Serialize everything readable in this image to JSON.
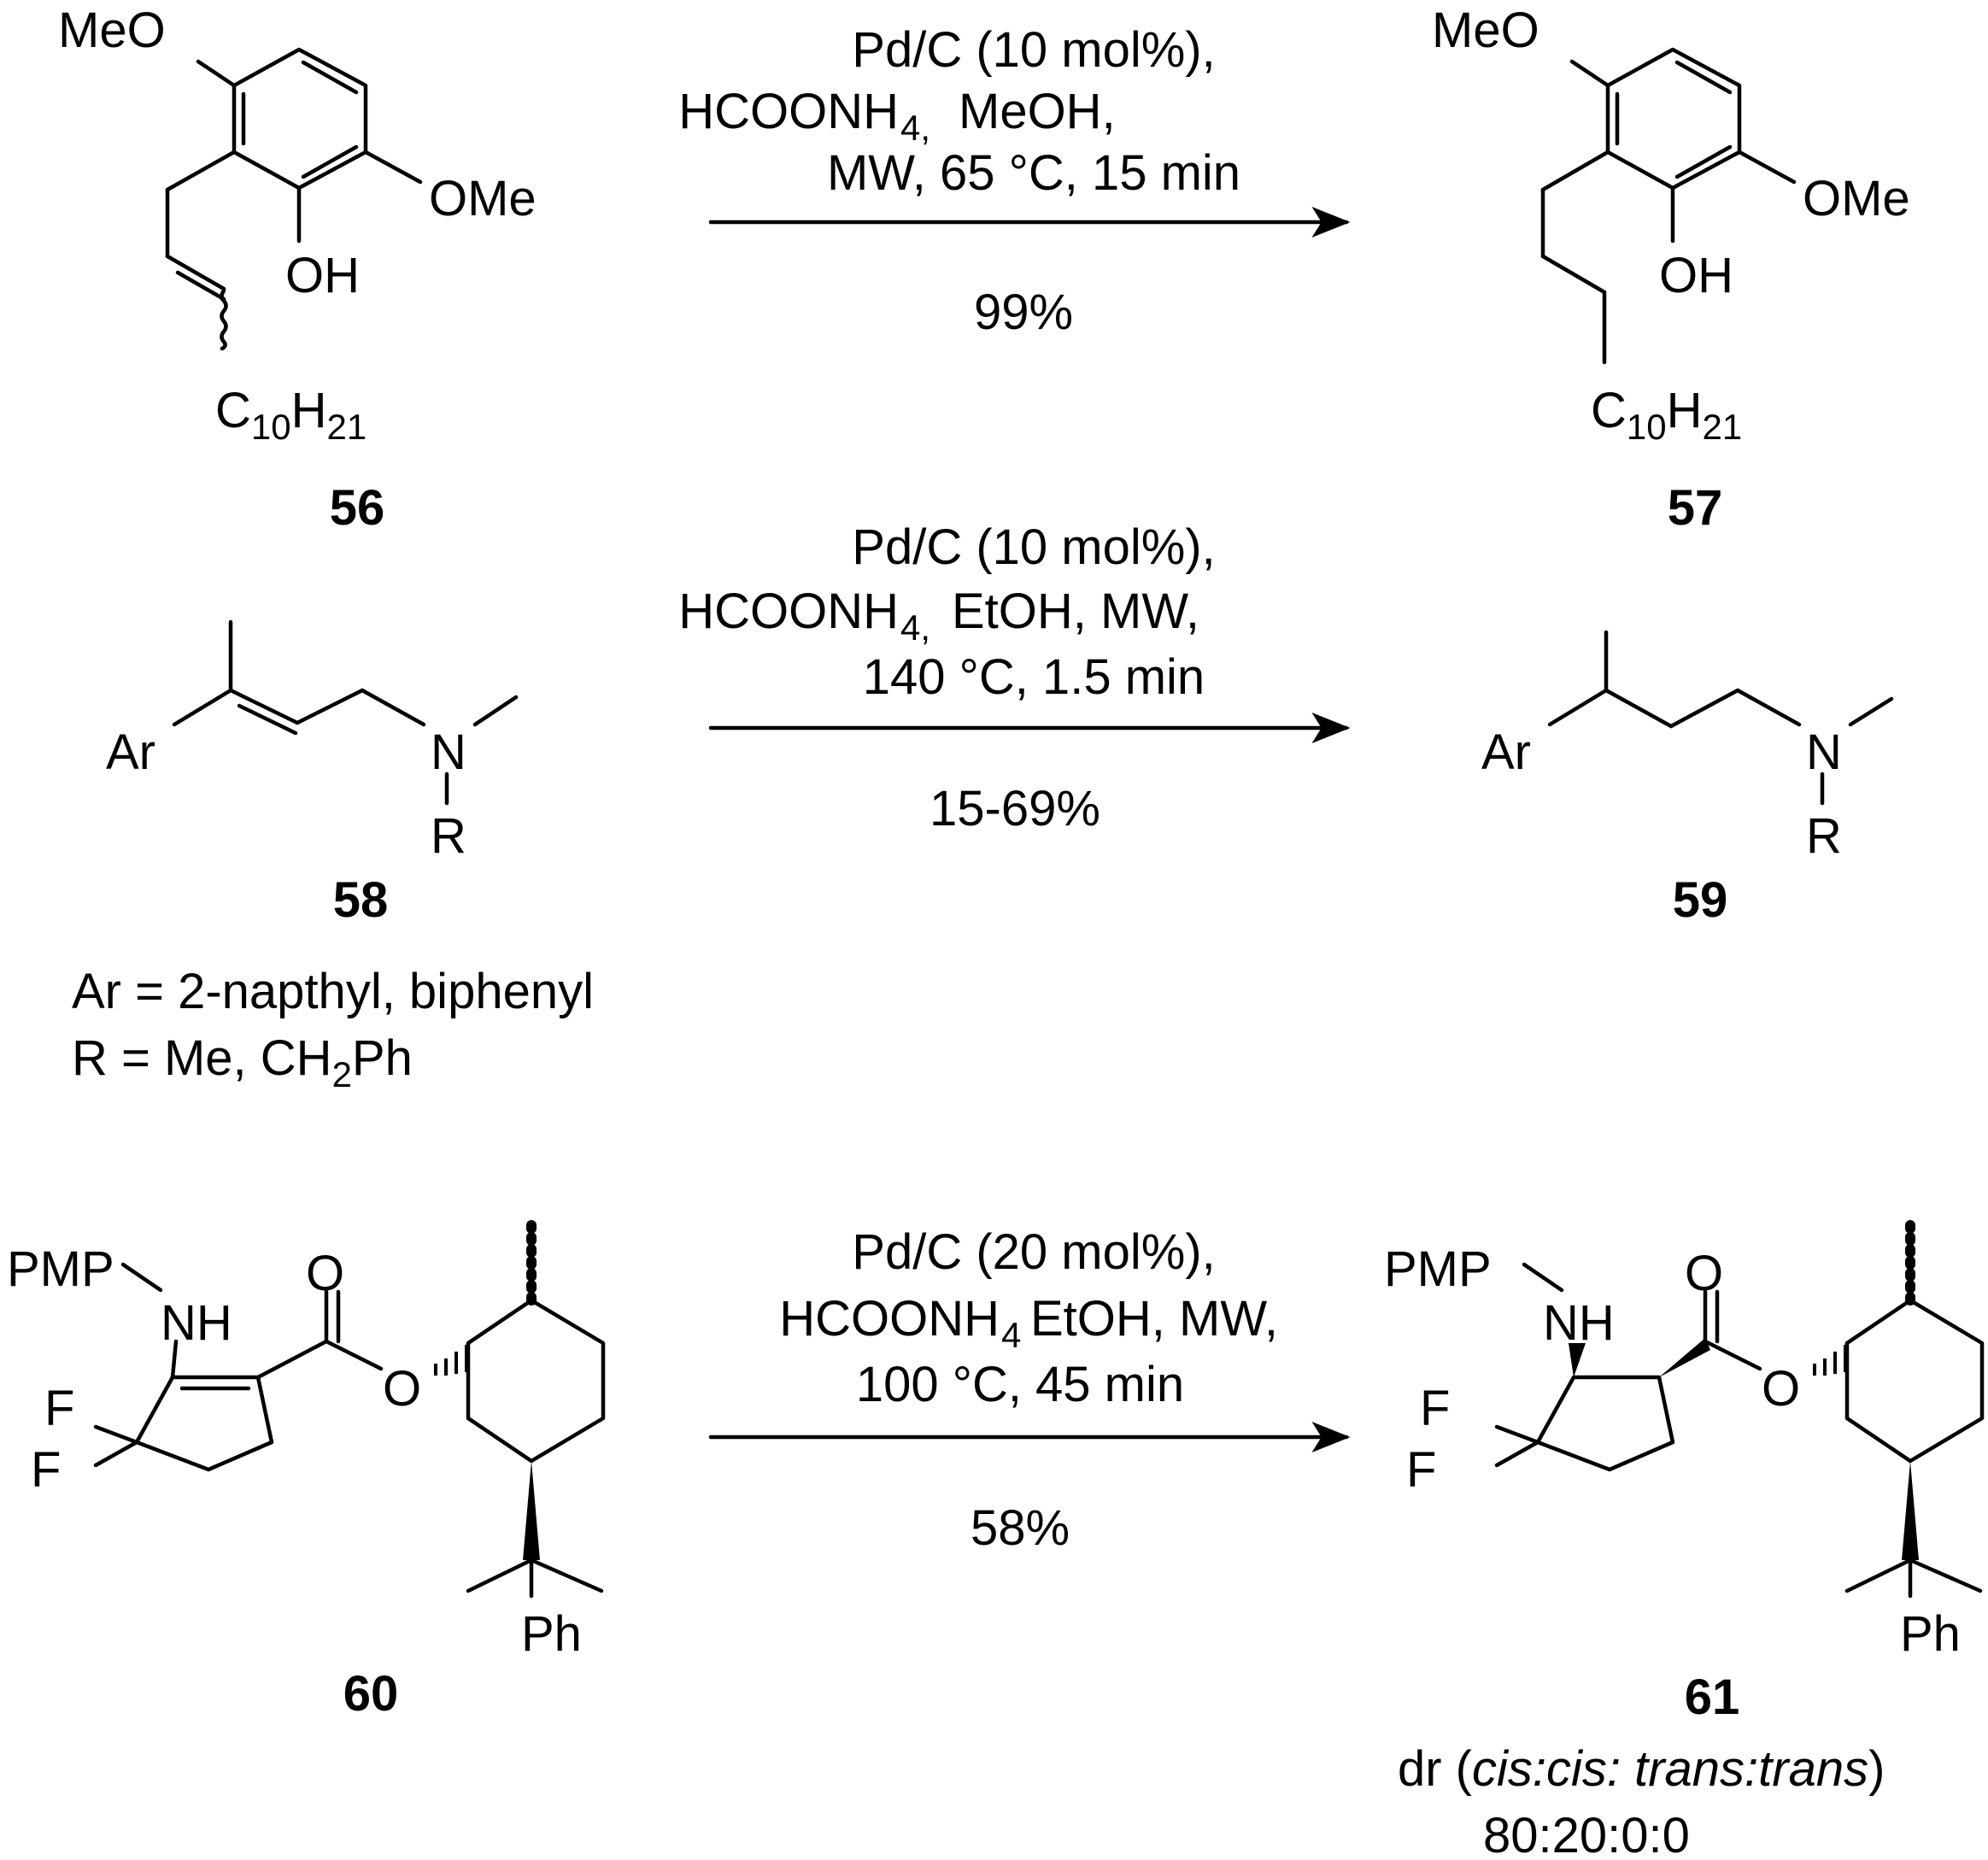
{
  "reactions": [
    {
      "conditions": [
        "Pd/C (10 mol%),",
        "HCOONH",
        "MeOH,",
        "MW, 65 °C, 15 min"
      ],
      "conditions_sub": "4,",
      "yield": "99%",
      "reactant": {
        "label": "56",
        "atoms": {
          "meo": "MeO",
          "ome": "OMe",
          "oh": "OH",
          "chain_c": "C",
          "chain_c_sub": "10",
          "chain_h": "H",
          "chain_h_sub": "21"
        }
      },
      "product": {
        "label": "57",
        "atoms": {
          "meo": "MeO",
          "ome": "OMe",
          "oh": "OH",
          "chain_c": "C",
          "chain_c_sub": "10",
          "chain_h": "H",
          "chain_h_sub": "21"
        }
      }
    },
    {
      "conditions": [
        "Pd/C (10 mol%),",
        "HCOONH",
        "EtOH, MW,",
        "140 °C, 1.5 min"
      ],
      "conditions_sub": "4,",
      "yield": "15-69%",
      "reactant": {
        "label": "58",
        "atoms": {
          "ar": "Ar",
          "n": "N",
          "r": "R"
        }
      },
      "product": {
        "label": "59",
        "atoms": {
          "ar": "Ar",
          "n": "N",
          "r": "R"
        }
      },
      "notes": {
        "ar_def": "Ar = 2-napthyl, biphenyl",
        "r_def_pre": "R = Me, CH",
        "r_def_sub": "2",
        "r_def_post": "Ph"
      }
    },
    {
      "conditions": [
        "Pd/C (20 mol%),",
        "HCOONH",
        "EtOH, MW,",
        "100 °C, 45 min"
      ],
      "conditions_sub": "4",
      "yield": "58%",
      "reactant": {
        "label": "60",
        "atoms": {
          "pmp": "PMP",
          "nh": "NH",
          "f1": "F",
          "f2": "F",
          "o_carbonyl": "O",
          "o_ester": "O",
          "ph": "Ph"
        }
      },
      "product": {
        "label": "61",
        "atoms": {
          "pmp": "PMP",
          "nh": "NH",
          "f1": "F",
          "f2": "F",
          "o_carbonyl": "O",
          "o_ester": "O",
          "ph": "Ph"
        }
      },
      "dr": {
        "prefix": "dr (",
        "italic": "cis:cis: trans:trans",
        "suffix": ")",
        "ratio": "80:20:0:0"
      }
    }
  ]
}
